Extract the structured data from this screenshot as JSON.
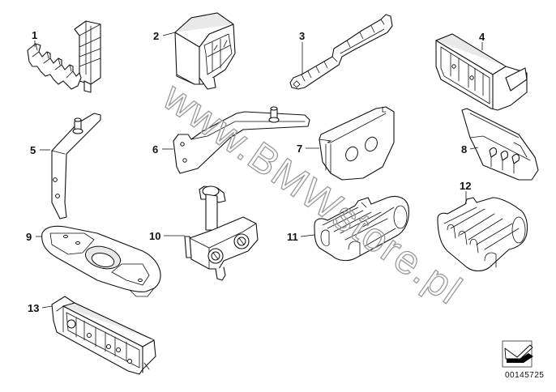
{
  "diagram": {
    "type": "parts-catalog-exploded-view",
    "watermark": "www.BMWstore.pl",
    "diagram_number": "00145725",
    "nav_icon": "arrow-down-left-icon",
    "colors": {
      "line": "#111111",
      "background": "#ffffff",
      "watermark": "#9a9a9a"
    },
    "callouts": [
      {
        "id": "1",
        "label": "1",
        "part": "cable-clip-holder-angled"
      },
      {
        "id": "2",
        "label": "2",
        "part": "connector-housing-box"
      },
      {
        "id": "3",
        "label": "3",
        "part": "cable-clip-strip"
      },
      {
        "id": "4",
        "label": "4",
        "part": "connector-holder-4-way"
      },
      {
        "id": "5",
        "label": "5",
        "part": "bracket-with-stud"
      },
      {
        "id": "6",
        "label": "6",
        "part": "bracket-long-with-stud"
      },
      {
        "id": "7",
        "label": "7",
        "part": "grommet-2-hole"
      },
      {
        "id": "8",
        "label": "8",
        "part": "grommet-3-slot"
      },
      {
        "id": "9",
        "label": "9",
        "part": "mounting-plate-grommet"
      },
      {
        "id": "10",
        "label": "10",
        "part": "cable-holder-clamp"
      },
      {
        "id": "11",
        "label": "11",
        "part": "cable-clip-double"
      },
      {
        "id": "12",
        "label": "12",
        "part": "cable-clip-multiple"
      },
      {
        "id": "13",
        "label": "13",
        "part": "connector-holder-strip"
      }
    ]
  }
}
